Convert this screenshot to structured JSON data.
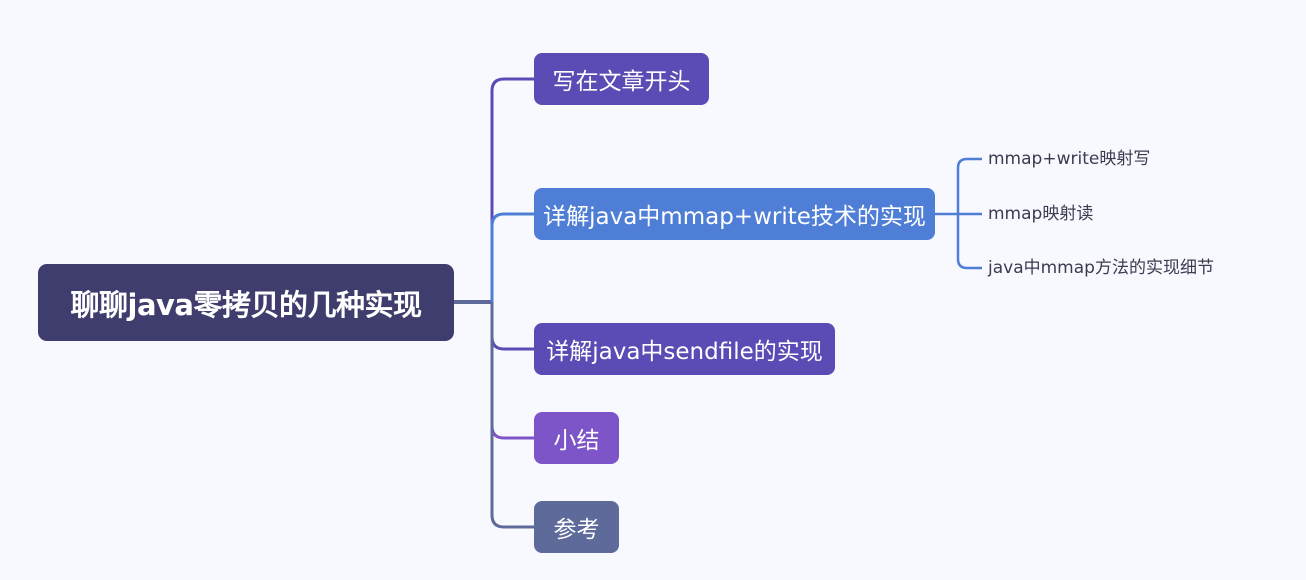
{
  "root": {
    "label": "聊聊java零拷贝的几种实现"
  },
  "branches": [
    {
      "label": "写在文章开头",
      "color": "#5a4cb4"
    },
    {
      "label": "详解java中mmap+write技术的实现",
      "color": "#4f7ed6",
      "children": [
        {
          "label": "mmap+write映射写"
        },
        {
          "label": "mmap映射读"
        },
        {
          "label": "java中mmap方法的实现细节"
        }
      ]
    },
    {
      "label": "详解java中sendfile的实现",
      "color": "#5a4cb4"
    },
    {
      "label": "小结",
      "color": "#7e55c8"
    },
    {
      "label": "参考",
      "color": "#5e6a99"
    }
  ],
  "colors": {
    "background": "#f8f9fe",
    "root": "#3e3d6d",
    "leaf_text": "#3b3b50"
  }
}
